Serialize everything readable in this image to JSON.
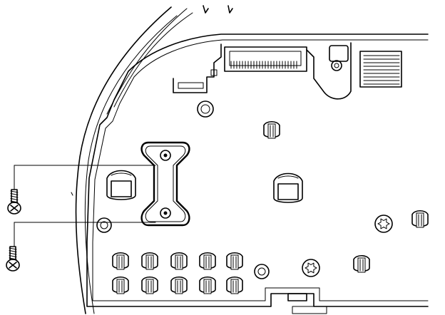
{
  "diagram": {
    "background": "#ffffff",
    "line_color": "#000000",
    "components": [
      {
        "name": "instrument-cluster-housing"
      },
      {
        "name": "printed-circuit-board"
      },
      {
        "name": "connector-strip"
      },
      {
        "name": "bracket-plate-with-two-holes"
      },
      {
        "name": "mounting-screw-upper"
      },
      {
        "name": "mounting-screw-lower"
      },
      {
        "name": "bulb-socket"
      },
      {
        "name": "torx-fastener"
      }
    ]
  }
}
